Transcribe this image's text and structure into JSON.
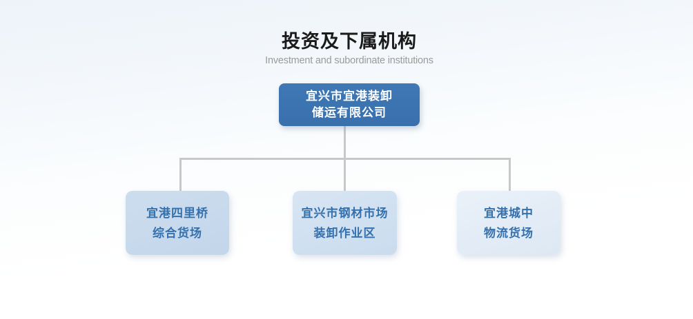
{
  "header": {
    "title": "投资及下属机构",
    "subtitle": "Investment and subordinate institutions"
  },
  "org_chart": {
    "root": {
      "line1": "宜兴市宜港装卸",
      "line2": "储运有限公司"
    },
    "children": [
      {
        "line1": "宜港四里桥",
        "line2": "综合货场"
      },
      {
        "line1": "宜兴市钢材市场",
        "line2": "装卸作业区"
      },
      {
        "line1": "宜港城中",
        "line2": "物流货场"
      }
    ]
  },
  "colors": {
    "title_text": "#1a1a1a",
    "subtitle_text": "#9a9a9a",
    "root_box_bg": "#3b73b1",
    "root_box_text": "#ffffff",
    "child_box_text": "#3470ad",
    "connector": "#c6c8ca"
  }
}
